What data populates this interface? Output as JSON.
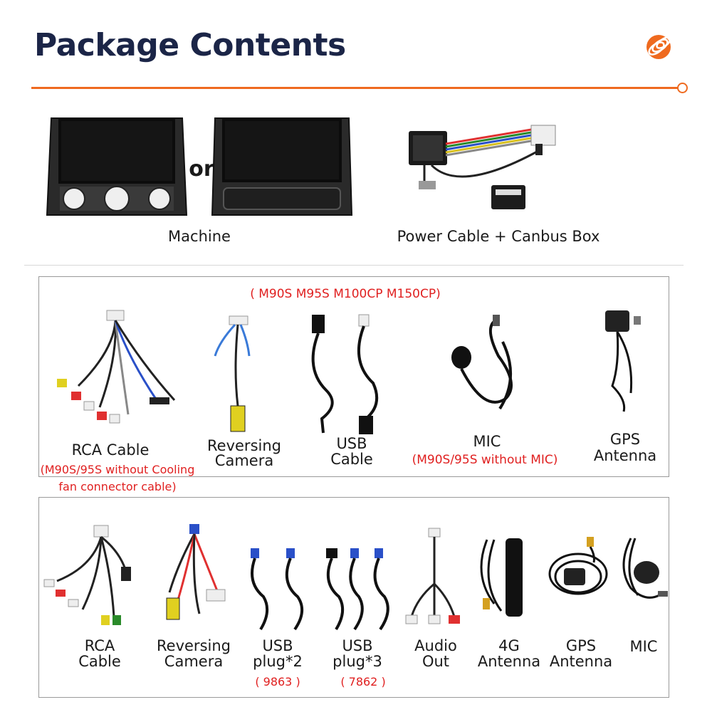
{
  "title": "Package Contents",
  "accent_color": "#ef6a1f",
  "title_color": "#1b2547",
  "note_color": "#e02020",
  "top": {
    "or_text": "or",
    "machine_label": "Machine",
    "power_label": "Power Cable + Canbus Box"
  },
  "box1": {
    "header": "( M90S M95S M100CP M150CP)",
    "items": [
      {
        "label": "RCA Cable",
        "note": "(M90S/95S without Cooling fan connector cable)"
      },
      {
        "label": "Reversing Camera"
      },
      {
        "label": "USB Cable"
      },
      {
        "label": "MIC",
        "note": "(M90S/95S without MIC)"
      },
      {
        "label": "GPS Antenna"
      }
    ]
  },
  "box2": {
    "items": [
      {
        "label": "RCA Cable"
      },
      {
        "label": "Reversing Camera"
      },
      {
        "label": "USB plug*2",
        "note": "( 9863 )"
      },
      {
        "label": "USB plug*3",
        "note": "( 7862 )"
      },
      {
        "label": "Audio Out"
      },
      {
        "label": "4G Antenna"
      },
      {
        "label": "GPS Antenna"
      },
      {
        "label": "MIC"
      }
    ]
  }
}
